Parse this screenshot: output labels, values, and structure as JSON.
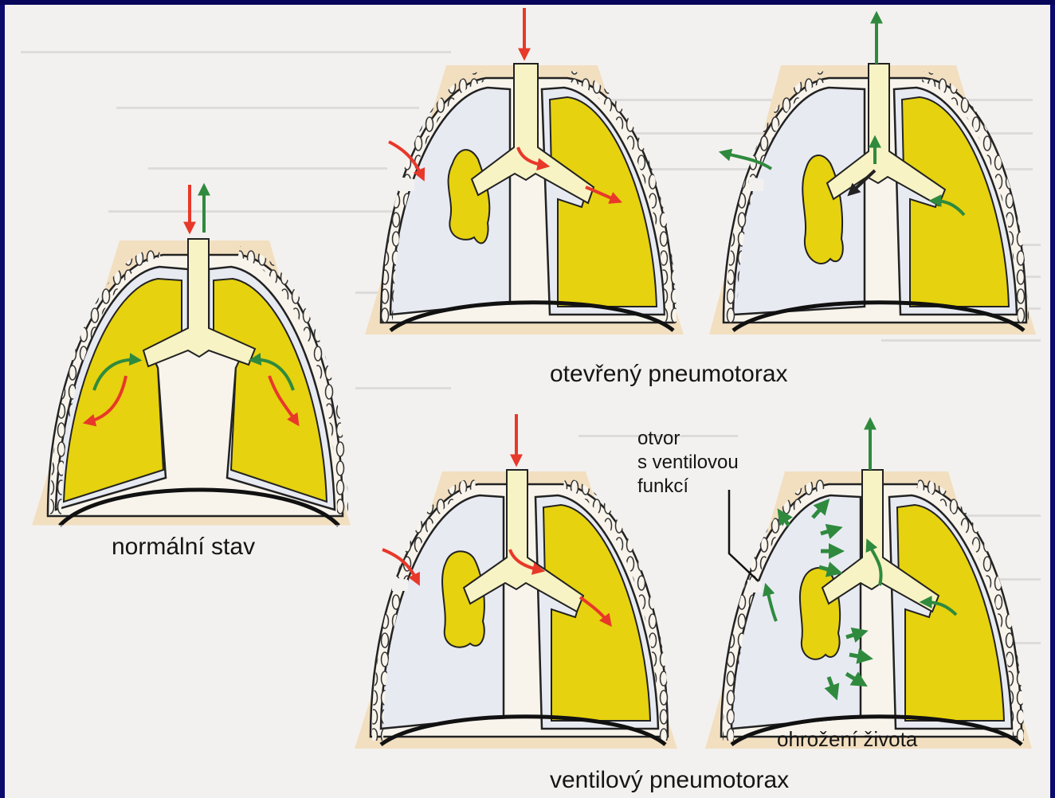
{
  "figure": {
    "captions": {
      "normal": "normální stav",
      "open": "otevřený pneumotorax",
      "valve": "ventilový pneumotorax",
      "threat": "ohrožení života"
    },
    "annotation": {
      "valve_opening": "otvor\ns ventilovou\nfunkcí"
    },
    "colors": {
      "lung": "#e6d20f",
      "airway": "#f7f3c4",
      "chest_wall": "#f2dfc0",
      "pleural_space": "#e9ecf3",
      "inhale_arrow": "#e8382a",
      "exhale_arrow": "#2f8a3e",
      "background": "#0b0a6e"
    }
  }
}
